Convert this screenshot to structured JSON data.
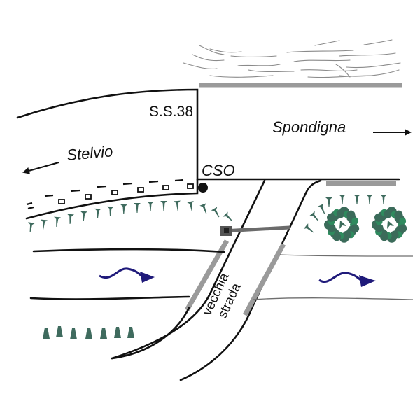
{
  "labels": {
    "road_name": "S.S.38",
    "direction_left": "Stelvio",
    "direction_right": "Spondigna",
    "point": "CSO",
    "old_road_line1": "vecchia",
    "old_road_line2": "strada"
  },
  "colors": {
    "ink": "#111111",
    "barrier_grey": "#9a9a9a",
    "vegetation": "#3f6b5e",
    "shrub_dark": "#3b6b5a",
    "shrub_light": "#2f8a5e",
    "flow_arrow": "#1f1a7a",
    "rock_lines": "#8a8a8a"
  },
  "legend_symbols": {
    "direction_arrows": [
      "left-arrow-icon",
      "right-arrow-icon"
    ],
    "flow_arrows": 2,
    "shrubs": 2,
    "cone_trees": 7
  }
}
